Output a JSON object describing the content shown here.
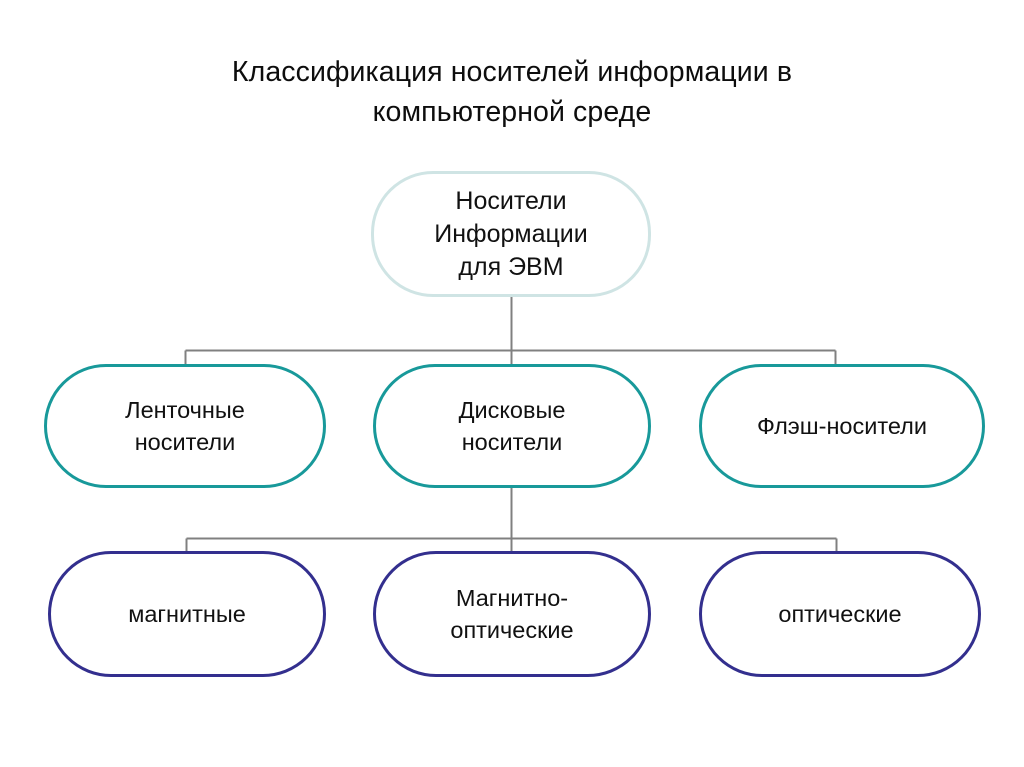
{
  "slide": {
    "title": "Классификация носителей информации в\nкомпьютерной среде",
    "background_color": "#ffffff"
  },
  "palette": {
    "root_border": "#cfe4e4",
    "level2_border": "#18999a",
    "level3_border": "#332f8e",
    "connector": "#808080",
    "text": "#111111"
  },
  "diagram": {
    "type": "hierarchy-tree",
    "root": {
      "id": "root",
      "label": "Носители\nИнформации\nдля ЭВМ",
      "border_color": "#cfe4e4"
    },
    "level2": [
      {
        "id": "tape",
        "label": "Ленточные\nносители",
        "border_color": "#18999a"
      },
      {
        "id": "disk",
        "label": "Дисковые\nносители",
        "border_color": "#18999a"
      },
      {
        "id": "flash",
        "label": "Флэш-носители",
        "border_color": "#18999a"
      }
    ],
    "level3": [
      {
        "id": "magnetic",
        "label": "магнитные",
        "border_color": "#332f8e"
      },
      {
        "id": "magopt",
        "label": "Магнитно-\nоптические",
        "border_color": "#332f8e"
      },
      {
        "id": "optical",
        "label": "оптические",
        "border_color": "#332f8e"
      }
    ],
    "edges": [
      {
        "from": "root",
        "to": "tape"
      },
      {
        "from": "root",
        "to": "disk"
      },
      {
        "from": "root",
        "to": "flash"
      },
      {
        "from": "disk",
        "to": "magnetic"
      },
      {
        "from": "disk",
        "to": "magopt"
      },
      {
        "from": "disk",
        "to": "optical"
      }
    ]
  }
}
